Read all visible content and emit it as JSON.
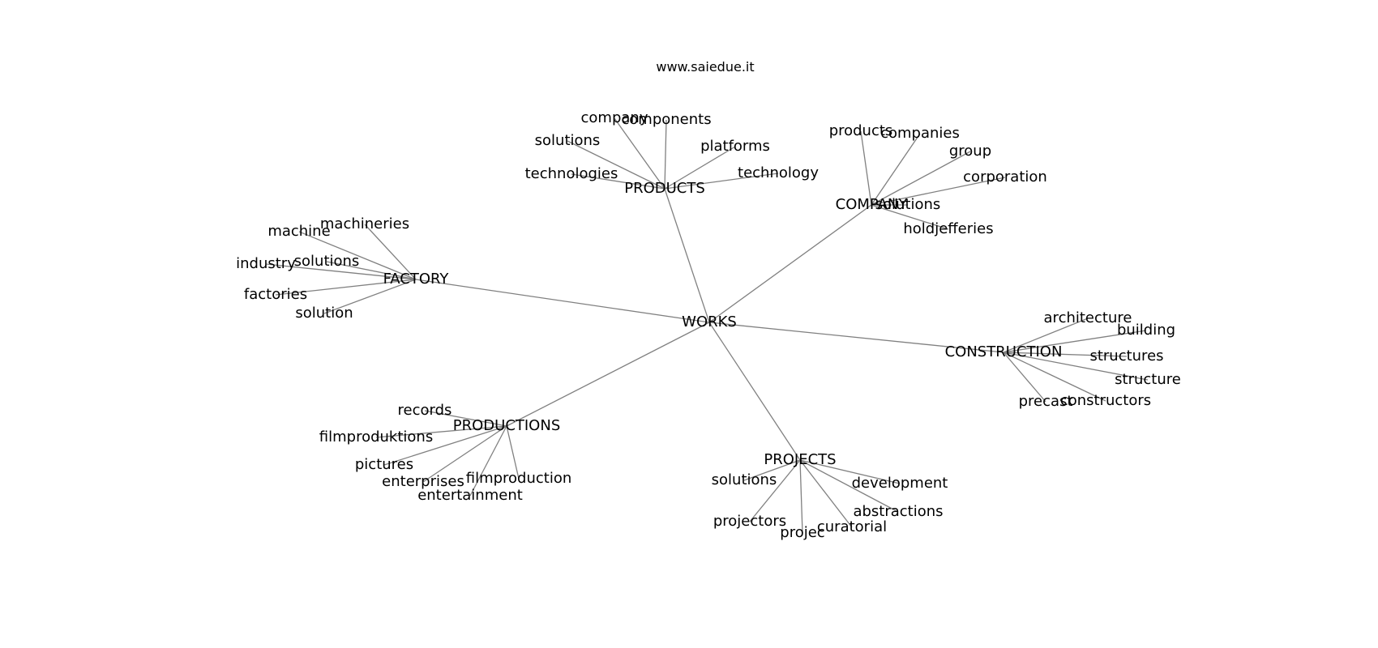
{
  "title": "www.saiedue.it",
  "root": "WORKS",
  "hubs": [
    {
      "name": "PRODUCTS",
      "leaves": [
        "company",
        "components",
        "solutions",
        "platforms",
        "technologies",
        "technology"
      ]
    },
    {
      "name": "COMPANY",
      "leaves": [
        "products",
        "companies",
        "group",
        "corporation",
        "solutions",
        "holdjefferies"
      ]
    },
    {
      "name": "FACTORY",
      "leaves": [
        "machineries",
        "machine",
        "industry",
        "solutions",
        "factories",
        "solution"
      ]
    },
    {
      "name": "CONSTRUCTION",
      "leaves": [
        "architecture",
        "building",
        "structures",
        "structure",
        "precast",
        "constructors"
      ]
    },
    {
      "name": "PRODUCTIONS",
      "leaves": [
        "records",
        "filmproduktions",
        "pictures",
        "enterprises",
        "filmproduction",
        "entertainment"
      ]
    },
    {
      "name": "PROJECTS",
      "leaves": [
        "solutions",
        "development",
        "abstractions",
        "projectors",
        "curatorial",
        "projec"
      ]
    }
  ]
}
